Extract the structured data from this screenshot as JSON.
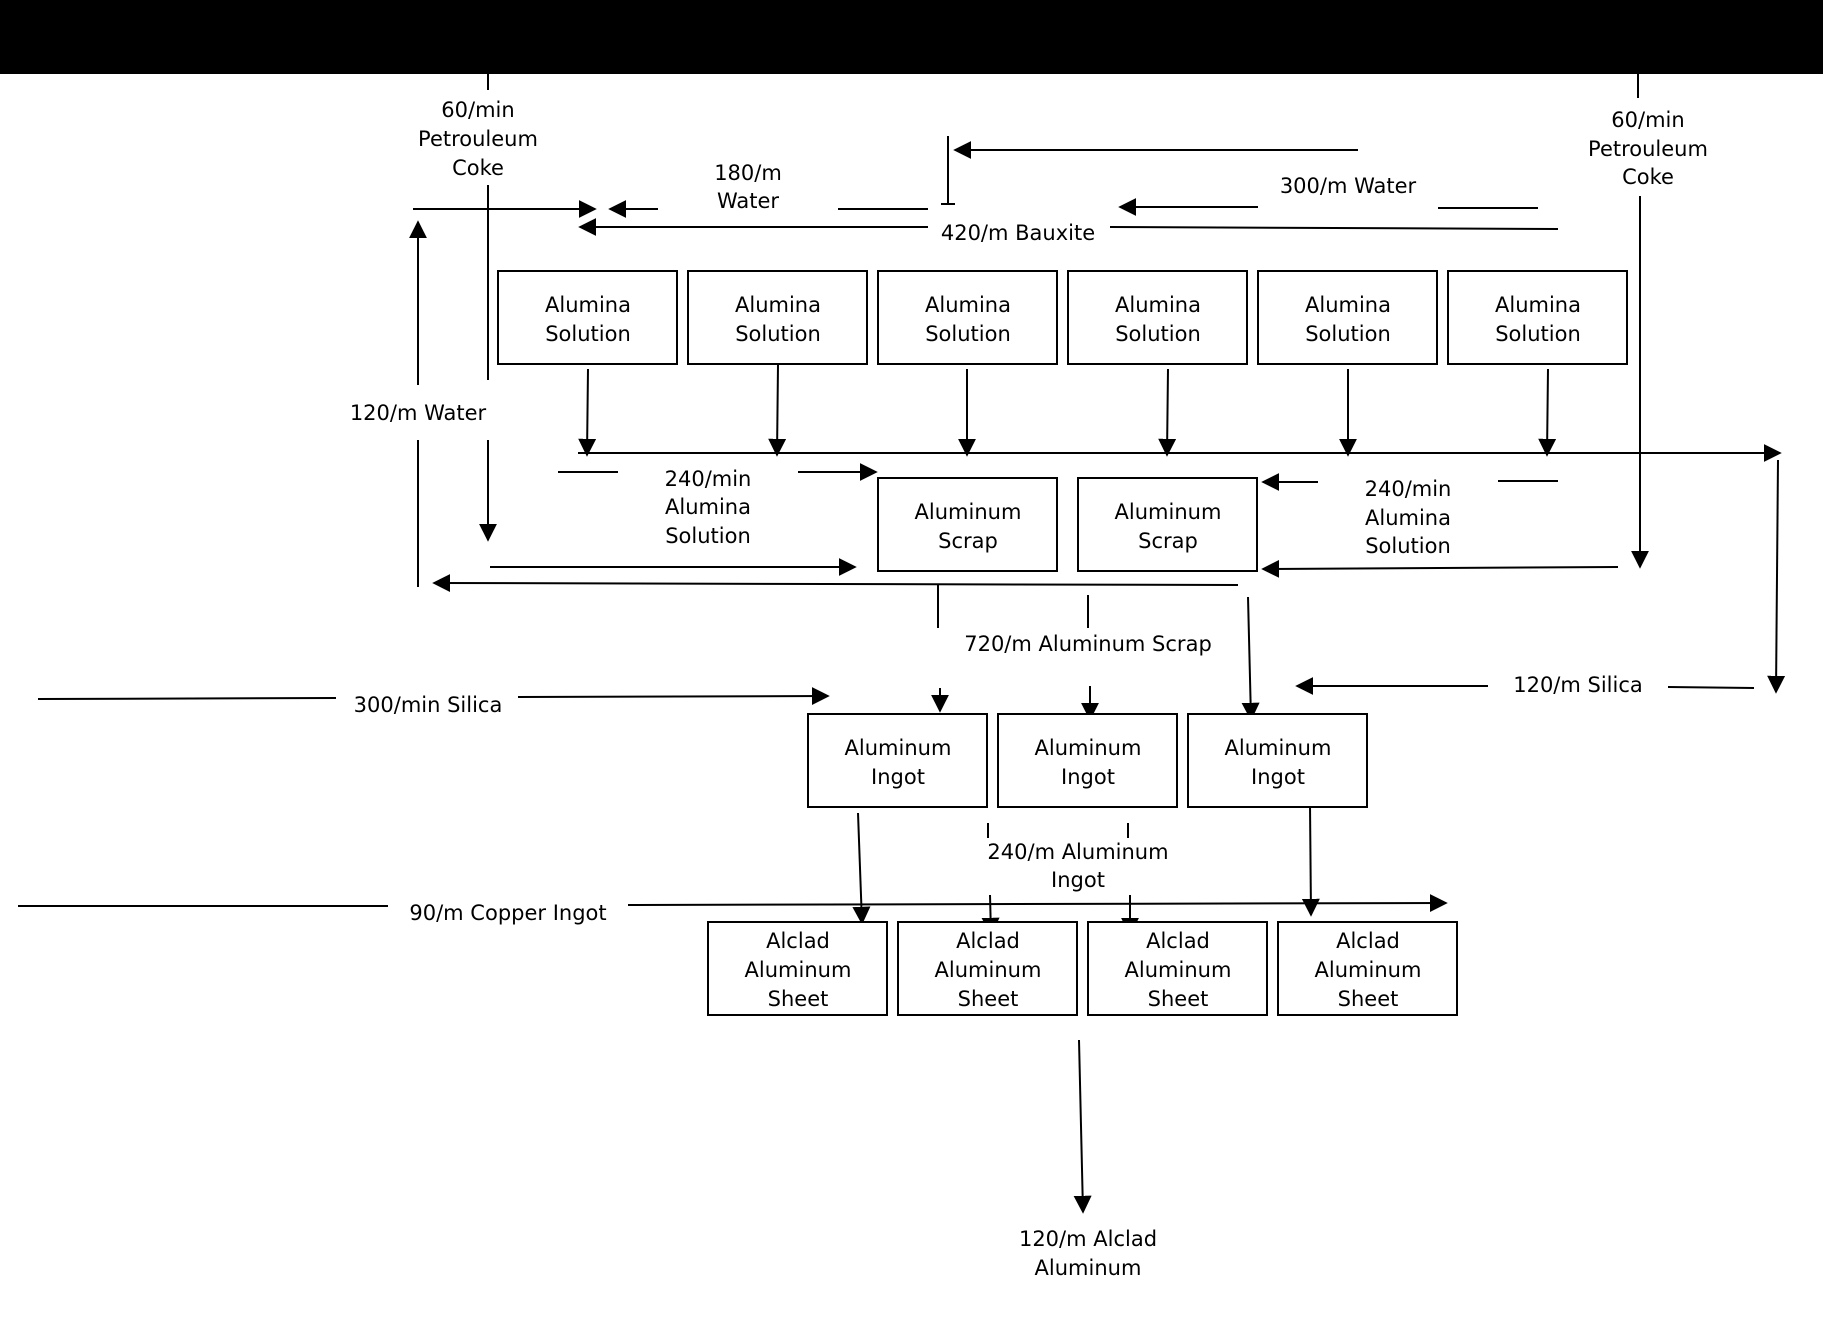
{
  "colors": {
    "background": "#ffffff",
    "stroke": "#000000",
    "header_bar": "#000000"
  },
  "boxes": {
    "alumina_solution": [
      "Alumina",
      "Solution"
    ],
    "aluminum_scrap": [
      "Aluminum",
      "Scrap"
    ],
    "aluminum_ingot": [
      "Aluminum",
      "Ingot"
    ],
    "alclad_sheet": [
      "Alclad",
      "Aluminum",
      "Sheet"
    ]
  },
  "labels": {
    "coke_left": [
      "60/min",
      "Petrouleum",
      "Coke"
    ],
    "coke_right": [
      "60/min",
      "Petrouleum",
      "Coke"
    ],
    "water_180": [
      "180/m",
      "Water"
    ],
    "water_300": "300/m Water",
    "bauxite_420": "420/m Bauxite",
    "water_120": "120/m Water",
    "alumina_left": [
      "240/min",
      "Alumina",
      "Solution"
    ],
    "alumina_right": [
      "240/min",
      "Alumina",
      "Solution"
    ],
    "scrap_720": "720/m Aluminum Scrap",
    "silica_300": "300/min Silica",
    "silica_120": "120/m Silica",
    "ingot_240": [
      "240/m Aluminum",
      "Ingot"
    ],
    "copper_90": "90/m Copper Ingot",
    "output_120": [
      "120/m Alclad",
      "Aluminum"
    ]
  }
}
